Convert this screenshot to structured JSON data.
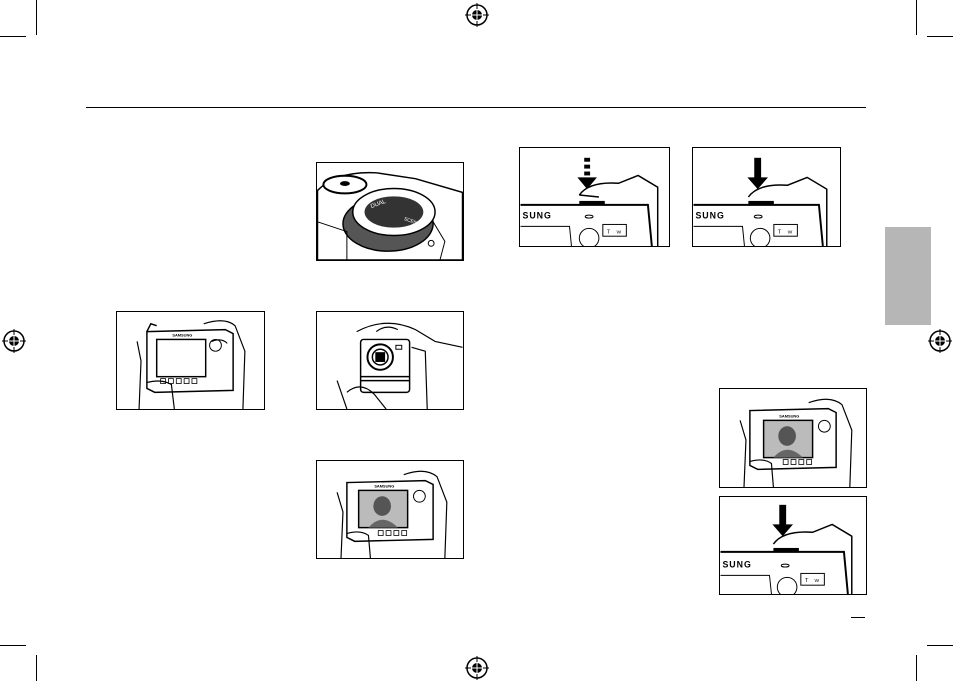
{
  "brand": "SAMSUNG",
  "brand_partial": "SUNG",
  "dial_labels": [
    "DUAL",
    "SCENE"
  ],
  "button_labels": [
    "T",
    "W"
  ],
  "colors": {
    "tab": "#b6b6b6",
    "ink": "#000000",
    "paper": "#ffffff"
  },
  "icons": [
    "registration-mark-icon",
    "arrow-down-icon",
    "dashed-arrow-down-icon"
  ]
}
